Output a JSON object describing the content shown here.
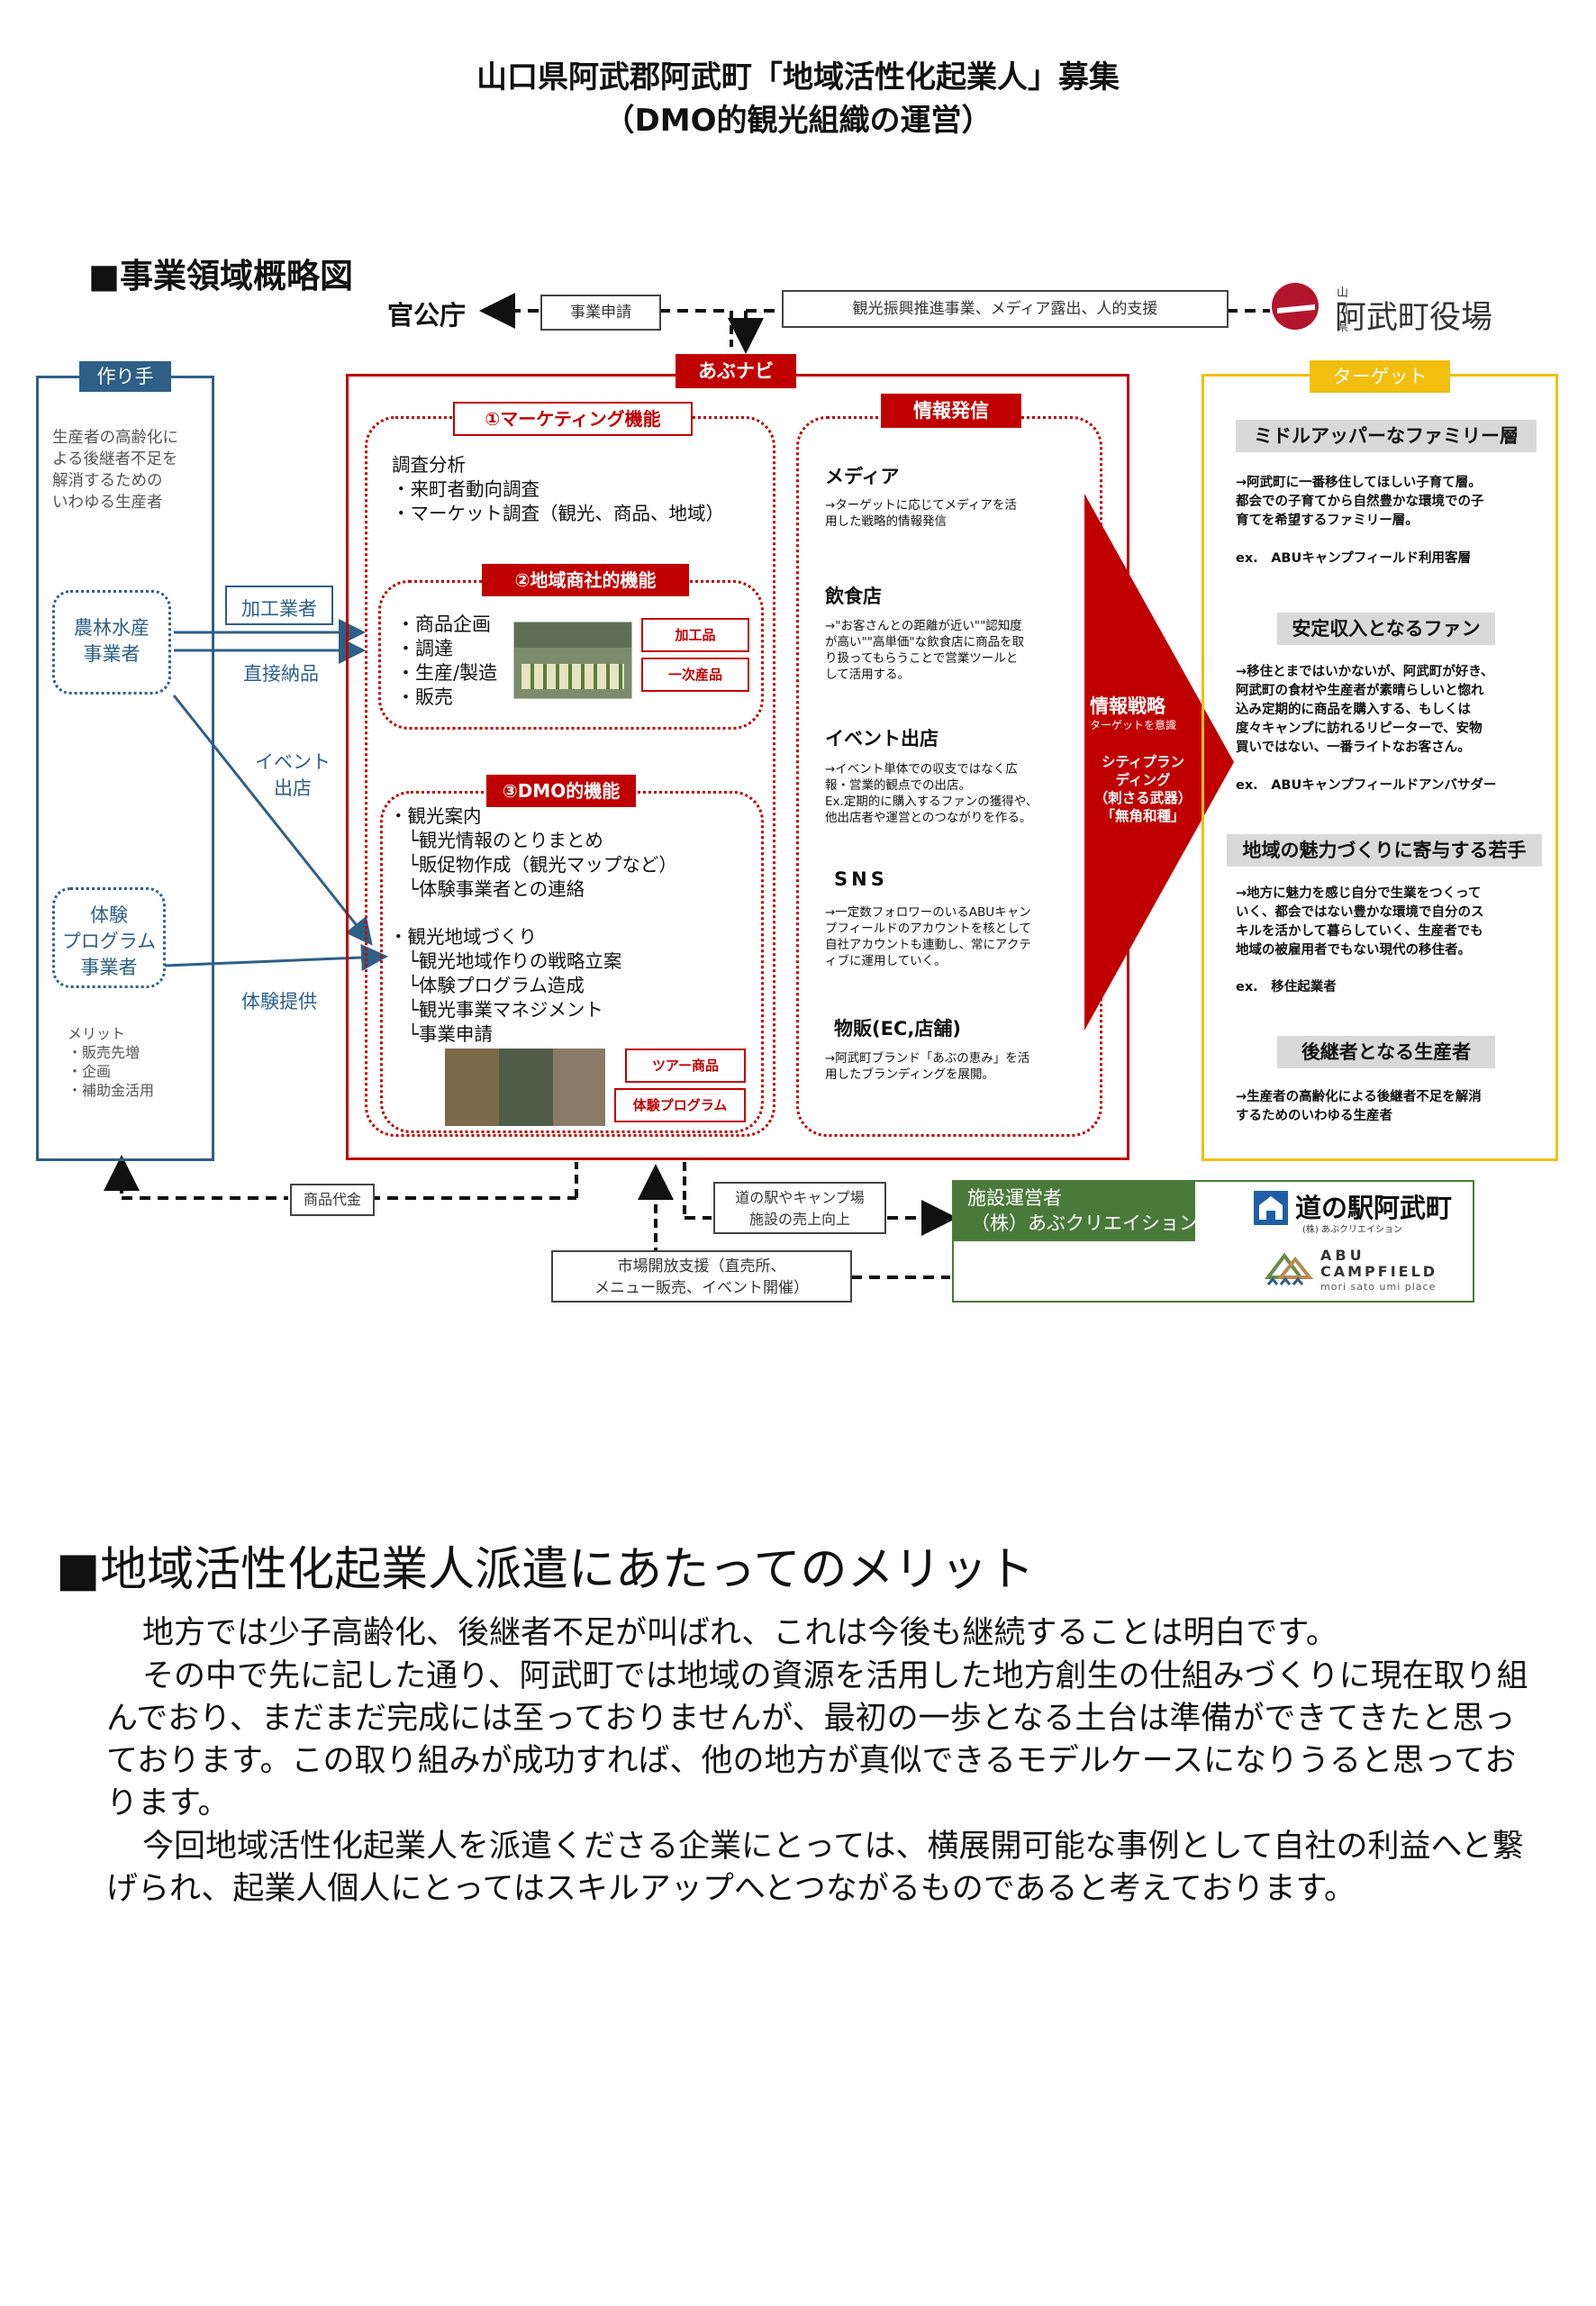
{
  "header": {
    "title_line1": "山口県阿武郡阿武町「地域活性化起業人」募集",
    "title_line2": "（DMO的観光組織の運営）"
  },
  "section1": {
    "heading": "■事業領域概略図"
  },
  "diagram": {
    "top": {
      "kankocho": "官公庁",
      "jigyo_shinsei": "事業申請",
      "support": "観光振興推進事業、メディア露出、人的支援",
      "city_prefix": "山口県",
      "city_name": "阿武町役場"
    },
    "maker": {
      "tag": "作り手",
      "desc": "生産者の高齢化に\nよる後継者不足を\n解消するための\nいわゆる生産者",
      "nourin": "農林水産\n事業者",
      "taiken": "体験\nプログラム\n事業者",
      "merit": "メリット\n・販売先増\n・企画\n・補助金活用"
    },
    "flows": {
      "kakou": "加工業者",
      "chokusetsu": "直接納品",
      "event": "イベント\n出店",
      "taiken_teikyo": "体験提供"
    },
    "center": {
      "tag": "あぶナビ",
      "f1_tag": "①マーケティング機能",
      "f1_text": "調査分析\n・来町者動向調査\n・マーケット調査（観光、商品、地域）",
      "f2_tag": "②地域商社的機能",
      "f2_text": "・商品企画\n・調達\n・生産/製造\n・販売",
      "f2_box1": "加工品",
      "f2_box2": "一次産品",
      "f3_tag": "③DMO的機能",
      "f3_text1": "・観光案内\n　└観光情報のとりまとめ\n　└販促物作成（観光マップなど）\n　└体験事業者との連絡",
      "f3_text2": "・観光地域づくり\n　└観光地域作りの戦略立案\n　└体験プログラム造成\n　└観光事業マネジメント\n　└事業申請",
      "f3_box1": "ツアー商品",
      "f3_box2": "体験プログラム",
      "info_tag": "情報発信",
      "media_h": "メディア",
      "media_t": "→ターゲットに応じてメディアを活\n用した戦略的情報発信",
      "food_h": "飲食店",
      "food_t": "→\"お客さんとの距離が近い\"\"認知度\nが高い\"\"高単価\"な飲食店に商品を取\nり扱ってもらうことで営業ツールと\nして活用する。",
      "event_h": "イベント出店",
      "event_t": "→イベント単体での収支ではなく広\n報・営業的観点での出店。\nEx.定期的に購入するファンの獲得や、\n他出店者や運営とのつながりを作る。",
      "sns_h": "SNS",
      "sns_t": "→一定数フォロワーのいるABUキャン\nプフィールドのアカウントを核として\n自社アカウントも連動し、常にアクテ\nィブに運用していく。",
      "shop_h": "物販(EC,店舗)",
      "shop_t": "→阿武町ブランド「あぶの恵み」を活\n用したブランディングを展開。",
      "arrow_h": "情報戦略",
      "arrow_sub": "ターゲットを意識",
      "arrow_t": "シティプラン\nディング\n（刺さる武器）\n「無角和種」"
    },
    "target": {
      "tag": "ターゲット",
      "t1_h": "ミドルアッパーなファミリー層",
      "t1_t": "→阿武町に一番移住してほしい子育て層。\n都会での子育てから自然豊かな環境での子\n育てを希望するファミリー層。",
      "t1_ex": "ex.　ABUキャンプフィールド利用客層",
      "t2_h": "安定収入となるファン",
      "t2_t": "→移住とまではいかないが、阿武町が好き、\n阿武町の食材や生産者が素晴らしいと惚れ\n込み定期的に商品を購入する、もしくは\n度々キャンプに訪れるリピーターで、安物\n買いではない、一番ライトなお客さん。",
      "t2_ex": "ex.　ABUキャンプフィールドアンバサダー",
      "t3_h": "地域の魅力づくりに寄与する若手",
      "t3_t": "→地方に魅力を感じ自分で生業をつくって\nいく、都会ではない豊かな環境で自分のス\nキルを活かして暮らしていく、生産者でも\n地域の被雇用者でもない現代の移住者。",
      "t3_ex": "ex.　移住起業者",
      "t4_h": "後継者となる生産者",
      "t4_t": "→生産者の高齢化による後継者不足を解消\nするためのいわゆる生産者"
    },
    "bottom": {
      "shohin_daikin": "商品代金",
      "michinoeki": "道の駅やキャンプ場\n施設の売上向上",
      "shijo": "市場開放支援（直売所、\nメニュー販売、イベント開催）",
      "operator_tag": "施設運営者",
      "operator_name": "（株）あぶクリエイション",
      "michi_logo": "道の駅阿武町",
      "michi_sub": "(株) あぶクリエイション",
      "abu_logo1": "ABU",
      "abu_logo2": "CAMPFIELD",
      "abu_logo3": "mori sato umi place"
    }
  },
  "section2": {
    "heading": "■地域活性化起業人派遣にあたってのメリット",
    "p1": "地方では少子高齢化、後継者不足が叫ばれ、これは今後も継続することは明白です。",
    "p2": "その中で先に記した通り、阿武町では地域の資源を活用した地方創生の仕組みづくりに現在取り組んでおり、まだまだ完成には至っておりませんが、最初の一歩となる土台は準備ができてきたと思っております。この取り組みが成功すれば、他の地方が真似できるモデルケースになりうると思っております。",
    "p3": "今回地域活性化起業人を派遣くださる企業にとっては、横展開可能な事例として自社の利益へと繋げられ、起業人個人にとってはスキルアップへとつながるものであると考えております。"
  },
  "colors": {
    "red": "#c00000",
    "blue": "#2e5f86",
    "yellow": "#f2bf10",
    "green": "#4a7a3a"
  }
}
